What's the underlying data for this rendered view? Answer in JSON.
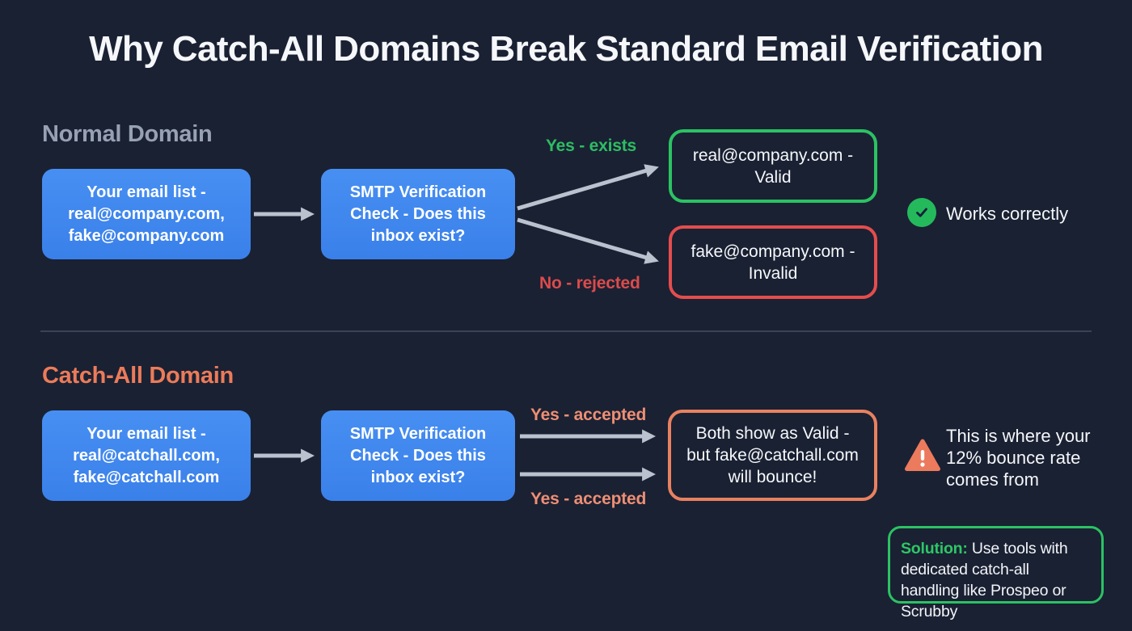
{
  "title": "Why Catch-All Domains Break Standard Email Verification",
  "colors": {
    "background": "#1a2133",
    "box_blue": "#3d85ee",
    "green": "#2cc263",
    "red": "#e44d4d",
    "salmon": "#e9815f",
    "heading_gray": "#97a1b3",
    "arrow_gray": "#b9c2ce",
    "text_white": "#f5f7fa"
  },
  "icons": {
    "check_icon": "check-circle",
    "warning_icon": "warning-triangle"
  },
  "normal_section": {
    "heading": "Normal Domain",
    "input_box": "Your email list - real@company.com, fake@company.com",
    "smtp_box": "SMTP Verification Check - Does this inbox exist?",
    "yes_label": "Yes - exists",
    "no_label": "No - rejected",
    "valid_box": "real@company.com - Valid",
    "invalid_box": "fake@company.com - Invalid",
    "status": "Works correctly"
  },
  "catchall_section": {
    "heading": "Catch-All Domain",
    "input_box": "Your email list - real@catchall.com, fake@catchall.com",
    "smtp_box": "SMTP Verification Check - Does this inbox exist?",
    "yes_top_label": "Yes - accepted",
    "yes_bottom_label": "Yes - accepted",
    "result_box": "Both show as Valid - but fake@catchall.com will bounce!",
    "warning_text": "This is where your 12% bounce rate comes from",
    "solution_label": "Solution:",
    "solution_text": " Use tools with dedicated catch-all handling like Prospeo or Scrubby"
  }
}
